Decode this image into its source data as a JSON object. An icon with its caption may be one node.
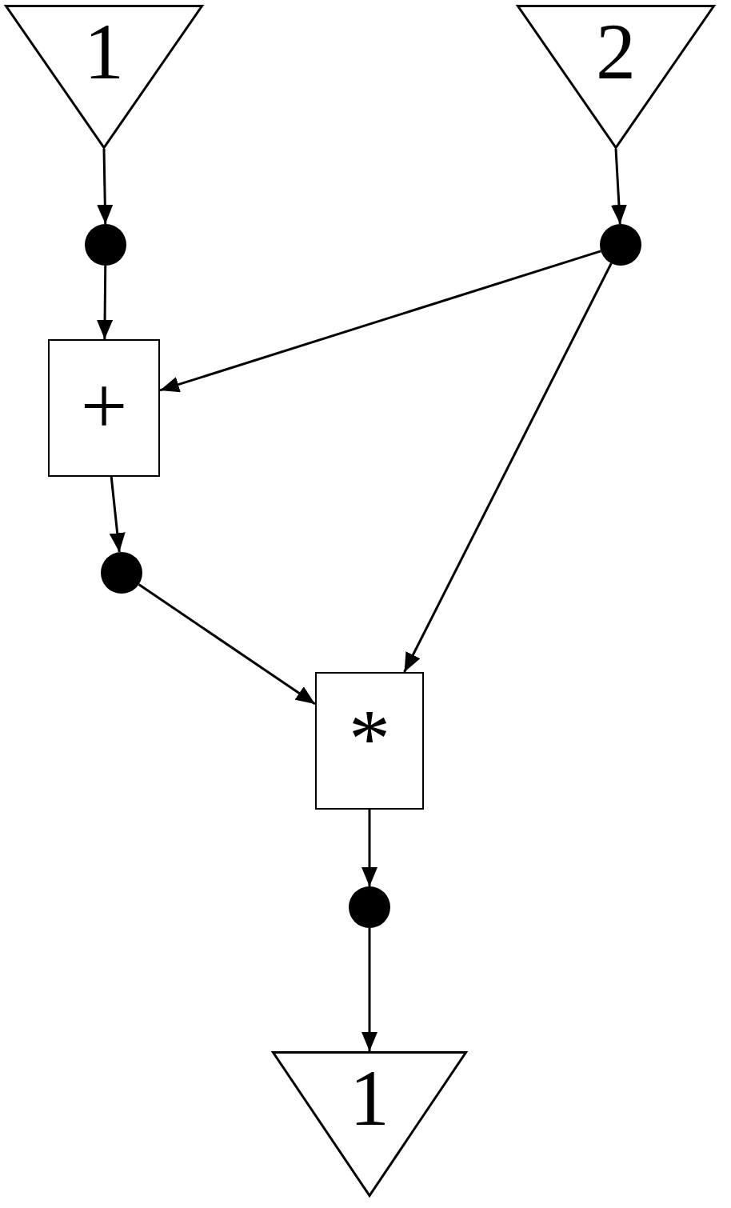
{
  "diagram": {
    "nodes": [
      {
        "text": [
          "1"
        ]
      },
      {
        "text": [
          "2"
        ]
      },
      {
        "text": [],
        "shape": "circle"
      },
      {
        "text": [],
        "shape": "circle"
      },
      {
        "text": [
          "+"
        ]
      },
      {
        "text": [],
        "shape": "circle"
      },
      {
        "text": [
          "*"
        ]
      },
      {
        "text": [],
        "shape": "circle"
      },
      {
        "text": [
          "1"
        ]
      }
    ],
    "edges": [
      {
        "from": 0,
        "to": 2,
        "arrow": "to"
      },
      {
        "from": 2,
        "to": 4,
        "arrow": "to"
      },
      {
        "from": 1,
        "to": 3,
        "arrow": "to"
      },
      {
        "from": 3,
        "to": 4,
        "arrow": "to"
      },
      {
        "from": 3,
        "to": 6,
        "arrow": "to"
      },
      {
        "from": 4,
        "to": 5,
        "arrow": "to"
      },
      {
        "from": 5,
        "to": 6,
        "arrow": "to"
      },
      {
        "from": 6,
        "to": 7,
        "arrow": "to"
      },
      {
        "from": 7,
        "to": 8,
        "arrow": "to"
      }
    ]
  }
}
